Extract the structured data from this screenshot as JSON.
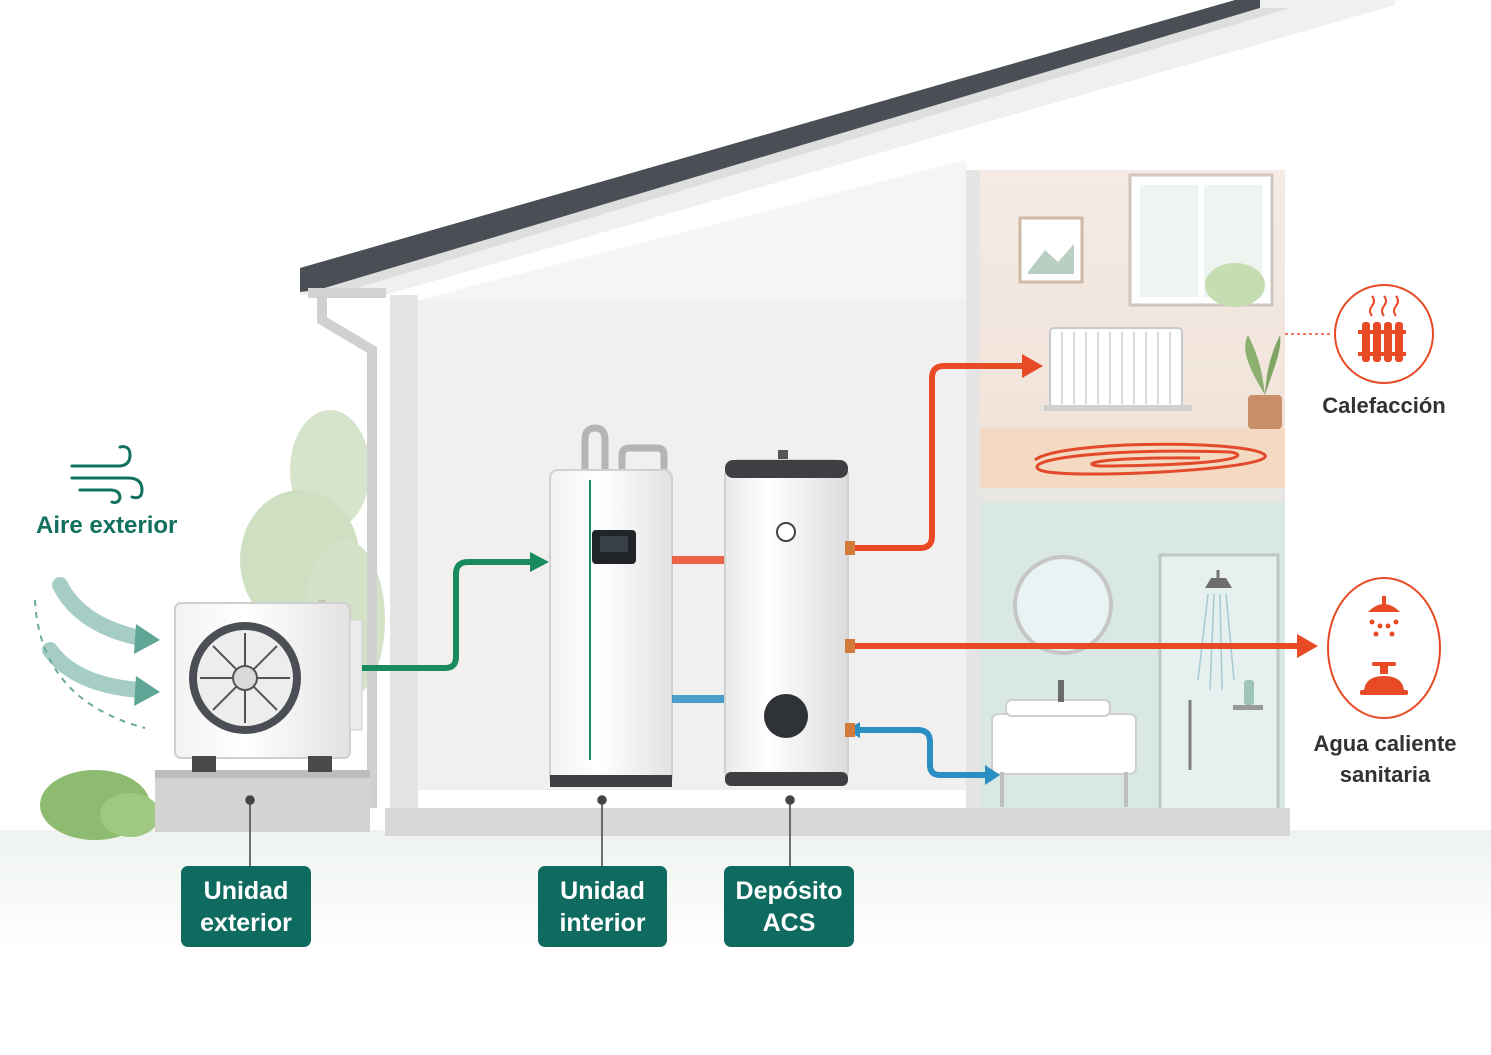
{
  "labels": {
    "outdoor_air": "Aire exterior",
    "heating": "Calefacción",
    "dhw_line1": "Agua caliente",
    "dhw_line2": "sanitaria"
  },
  "tags": {
    "outdoor_unit": [
      "Unidad",
      "exterior"
    ],
    "indoor_unit": [
      "Unidad",
      "interior"
    ],
    "dhw_tank": [
      "Depósito",
      "ACS"
    ]
  },
  "colors": {
    "brand_green": "#0f6b5f",
    "flow_green": "#1a8a60",
    "hot_red": "#e84a26",
    "cold_blue": "#2b8fc4",
    "roof": "#4a4f55"
  },
  "icons": [
    "wind-icon",
    "radiator-icon",
    "shower-icon",
    "tap-icon"
  ]
}
